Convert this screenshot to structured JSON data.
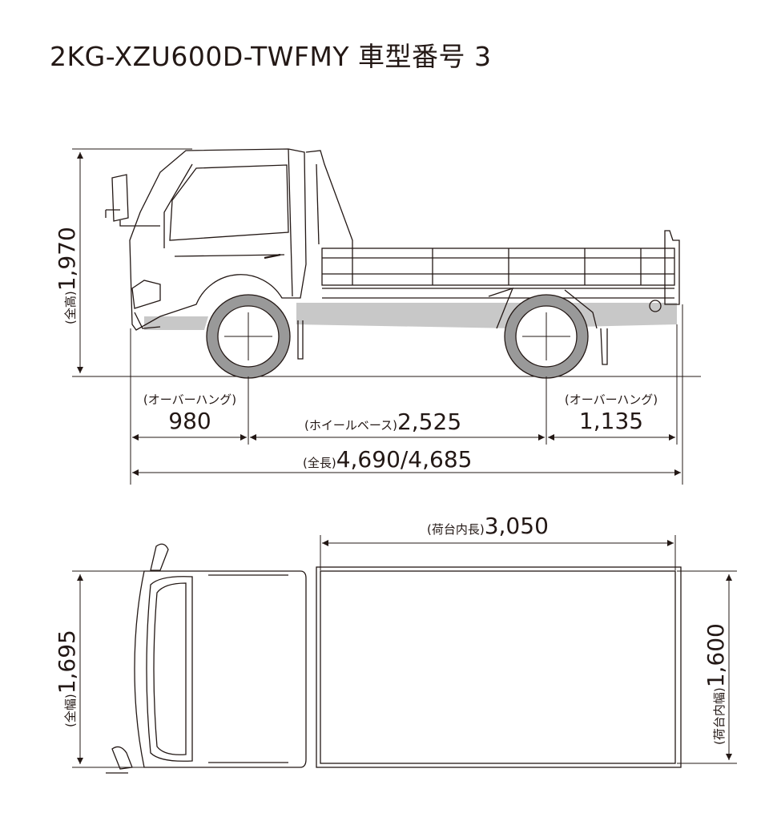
{
  "title": "2KG-XZU600D-TWFMY 車型番号 3",
  "side_view": {
    "overall_height": {
      "label": "(全高)",
      "value": "1,970"
    },
    "front_overhang": {
      "label": "(オーバーハング)",
      "value": "980"
    },
    "wheelbase": {
      "label": "(ホイールベース)",
      "value": "2,525"
    },
    "rear_overhang": {
      "label": "(オーバーハング)",
      "value": "1,135"
    },
    "overall_length": {
      "label": "(全長)",
      "value": "4,690/4,685"
    }
  },
  "top_view": {
    "deck_inner_length": {
      "label": "(荷台内長)",
      "value": "3,050"
    },
    "overall_width": {
      "label": "(全幅)",
      "value": "1,695"
    },
    "deck_inner_width": {
      "label": "(荷台内幅)",
      "value": "1,600"
    }
  },
  "colors": {
    "line": "#231815",
    "shadow": "#c8c8c8",
    "tire": "#999999"
  }
}
